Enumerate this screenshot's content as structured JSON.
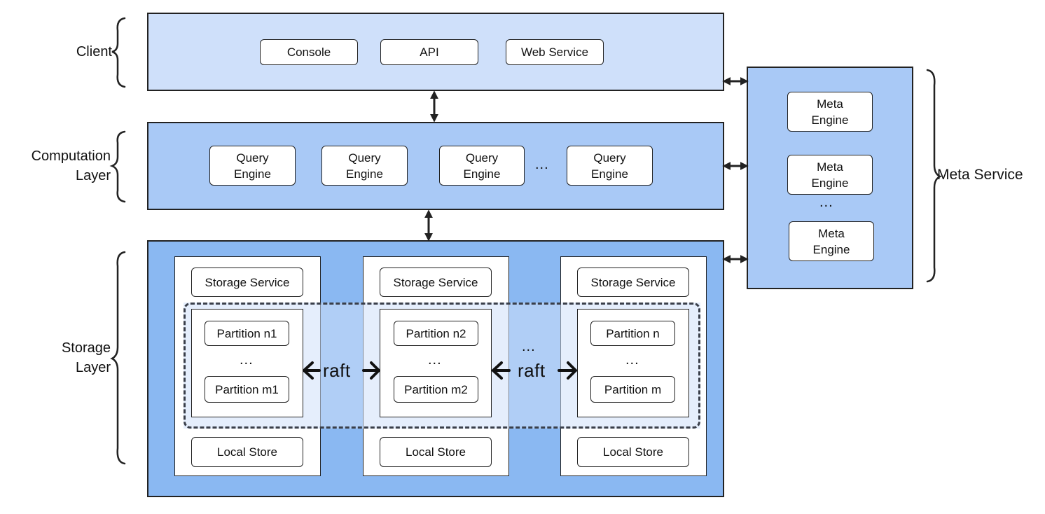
{
  "layers": {
    "client": "Client",
    "computation": "Computation\nLayer",
    "storage": "Storage\nLayer",
    "meta_service": "Meta Service"
  },
  "client": {
    "console": "Console",
    "api": "API",
    "web_service": "Web Service"
  },
  "computation": {
    "query_engines": [
      "Query\nEngine",
      "Query\nEngine",
      "Query\nEngine",
      "Query\nEngine"
    ],
    "ellipsis": "..."
  },
  "meta": {
    "engines": [
      "Meta\nEngine",
      "Meta\nEngine",
      "Meta\nEngine"
    ],
    "ellipsis": "..."
  },
  "storage": {
    "nodes": [
      {
        "service": "Storage Service",
        "partition_top": "Partition n1",
        "ellipsis": "...",
        "partition_bottom": "Partition m1",
        "local_store": "Local Store"
      },
      {
        "service": "Storage Service",
        "partition_top": "Partition n2",
        "ellipsis": "...",
        "partition_bottom": "Partition m2",
        "local_store": "Local Store"
      },
      {
        "service": "Storage Service",
        "partition_top": "Partition n",
        "ellipsis": "...",
        "partition_bottom": "Partition m",
        "local_store": "Local Store"
      }
    ],
    "raft_labels": [
      "raft",
      "raft"
    ],
    "node_ellipsis": "..."
  },
  "colors": {
    "client_bg": "#cfe0fa",
    "computation_bg": "#a9c9f6",
    "storage_bg": "#8ab8f2",
    "raft_band": "#6fa3ec"
  }
}
